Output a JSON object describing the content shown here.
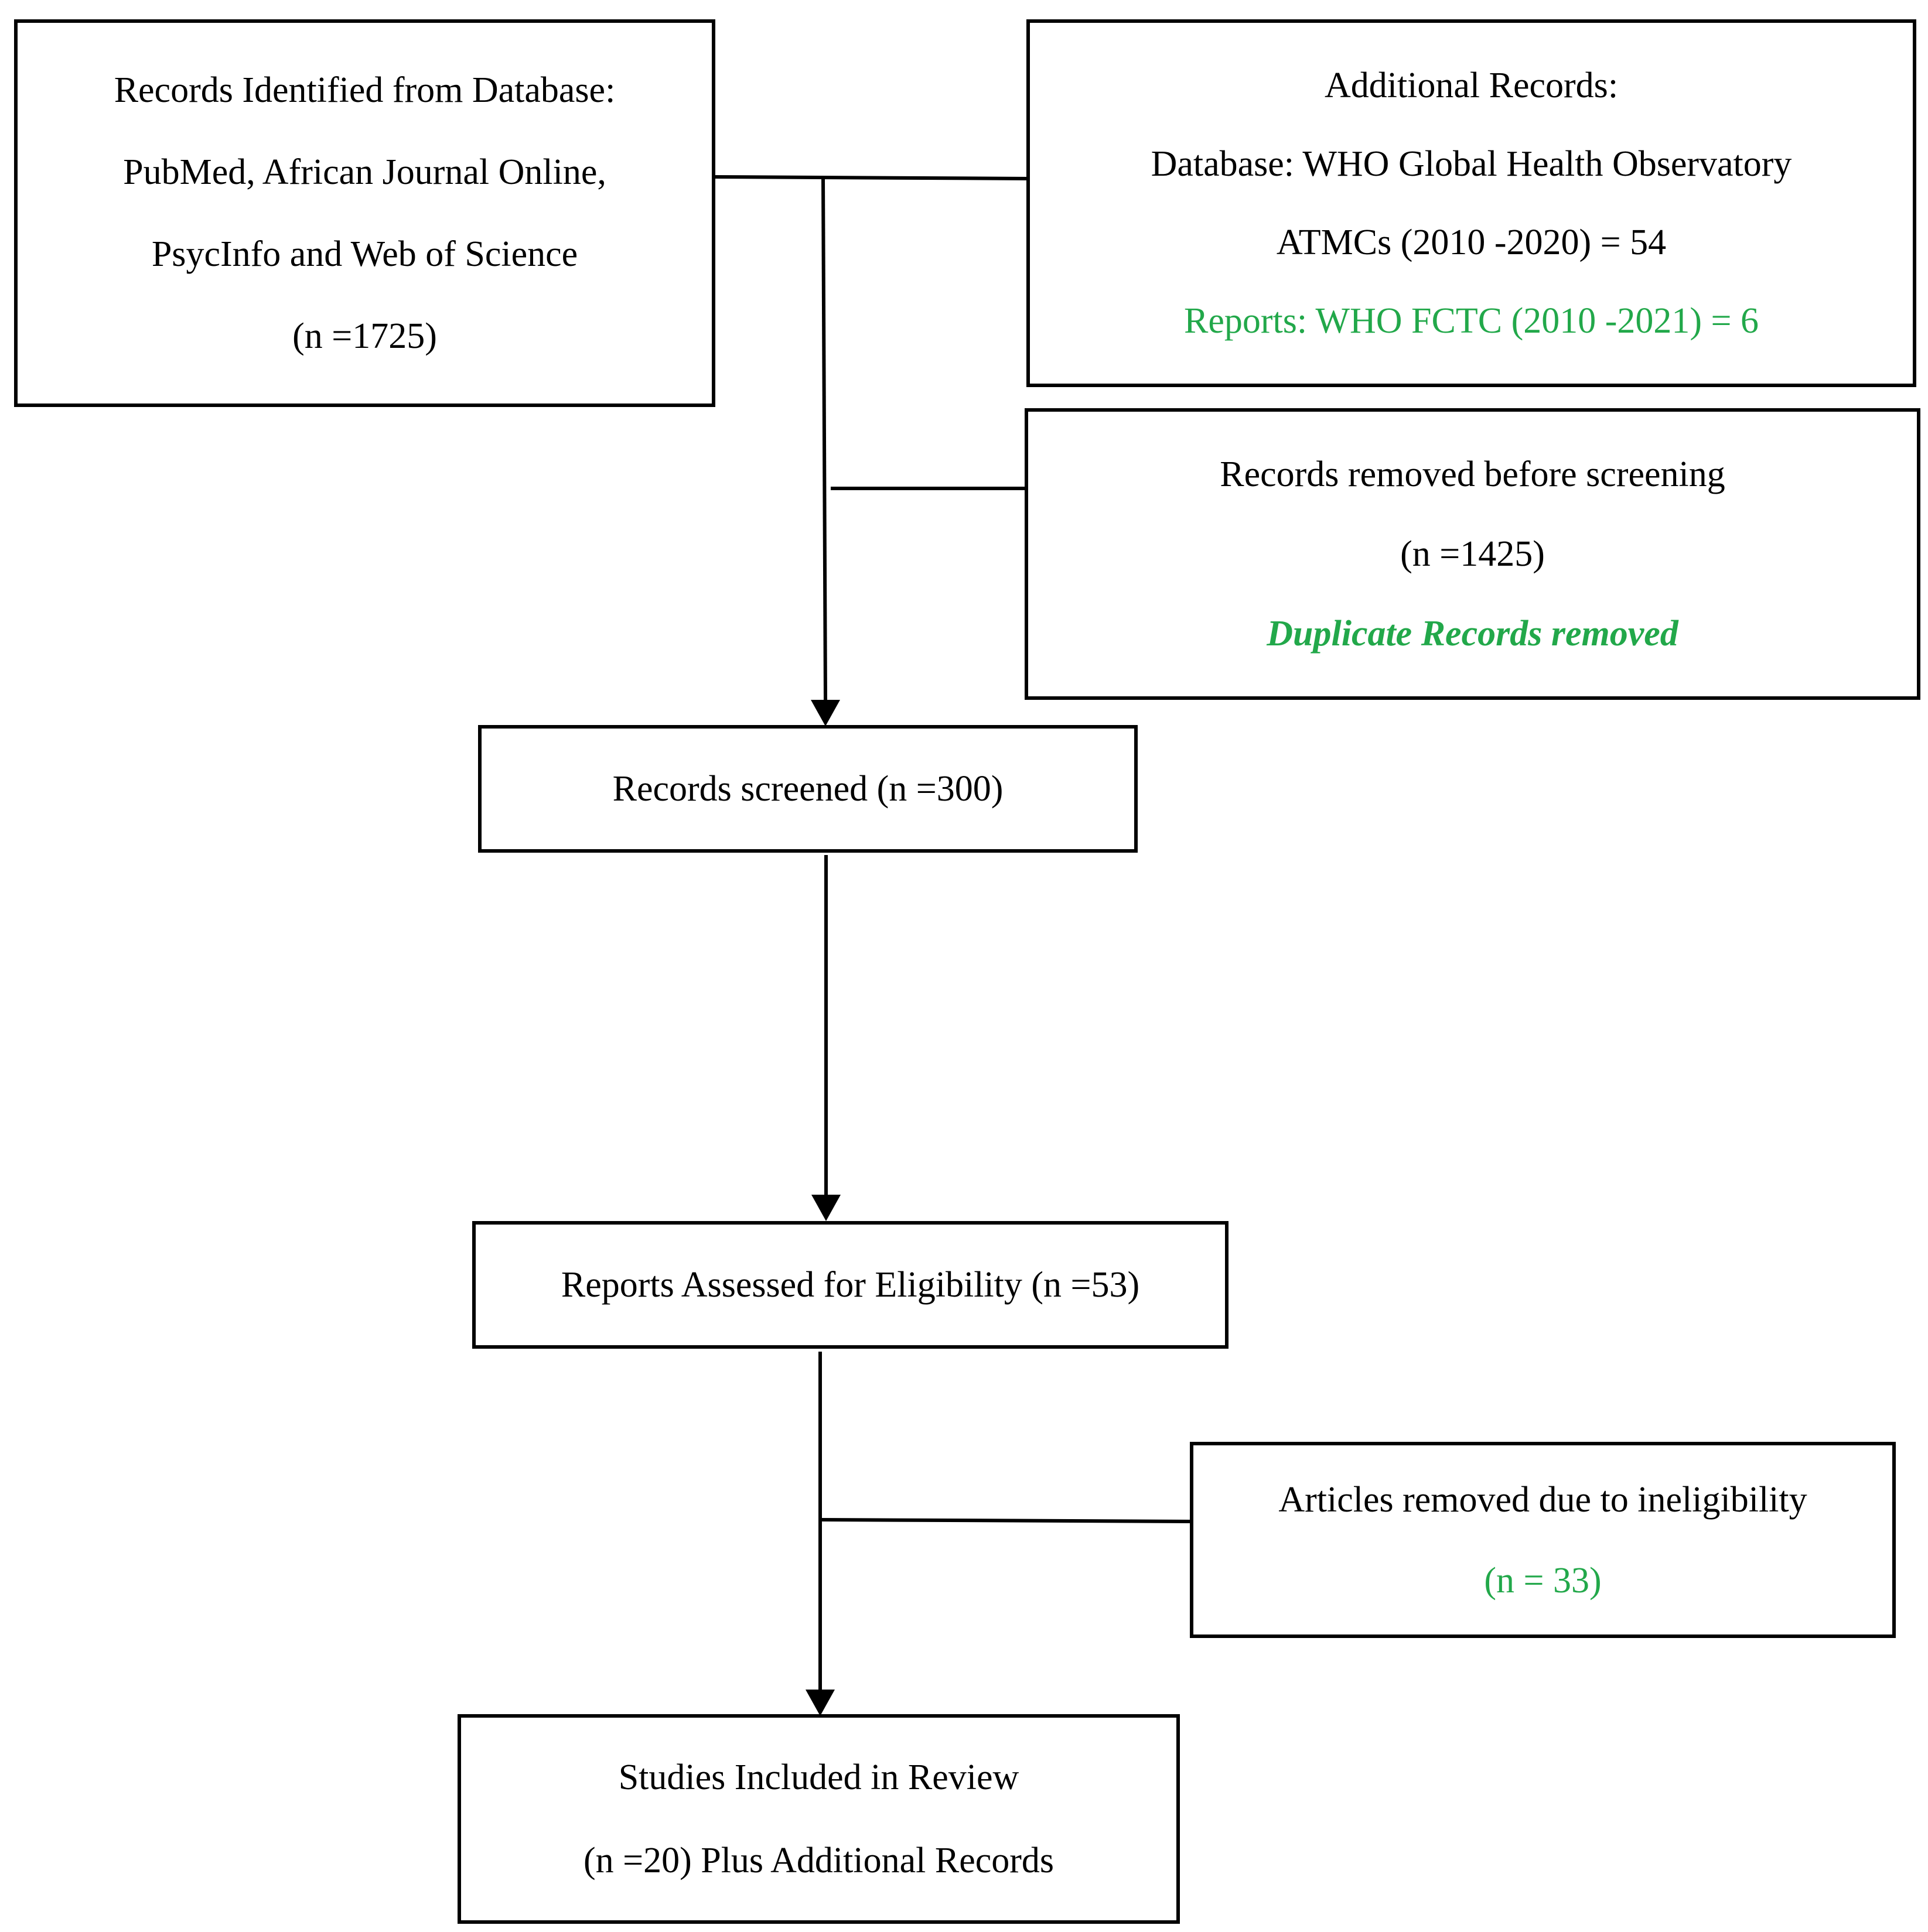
{
  "boxes": {
    "identified": {
      "lines": [
        "Records Identified from Database:",
        "PubMed, African Journal Online,",
        "PsycInfo and Web of Science",
        "(n =1725)"
      ]
    },
    "additional": {
      "lines": [
        "Additional Records:",
        "Database: WHO Global Health Observatory",
        "ATMCs (2010 -2020) = 54",
        "Reports: WHO FCTC (2010 -2021) = 6"
      ]
    },
    "removed_before_screening": {
      "lines": [
        "Records removed before screening",
        "(n =1425)",
        "Duplicate Records removed"
      ]
    },
    "screened": {
      "lines": [
        "Records screened (n =300)"
      ]
    },
    "eligibility": {
      "lines": [
        "Reports Assessed for Eligibility (n =53)"
      ]
    },
    "ineligible": {
      "lines": [
        "Articles removed due to ineligibility",
        "(n = 33)"
      ]
    },
    "included": {
      "lines": [
        "Studies Included in Review",
        "(n =20) Plus Additional Records"
      ]
    }
  },
  "colors": {
    "border": "#000000",
    "highlight": "#22a84a",
    "background": "#ffffff"
  }
}
